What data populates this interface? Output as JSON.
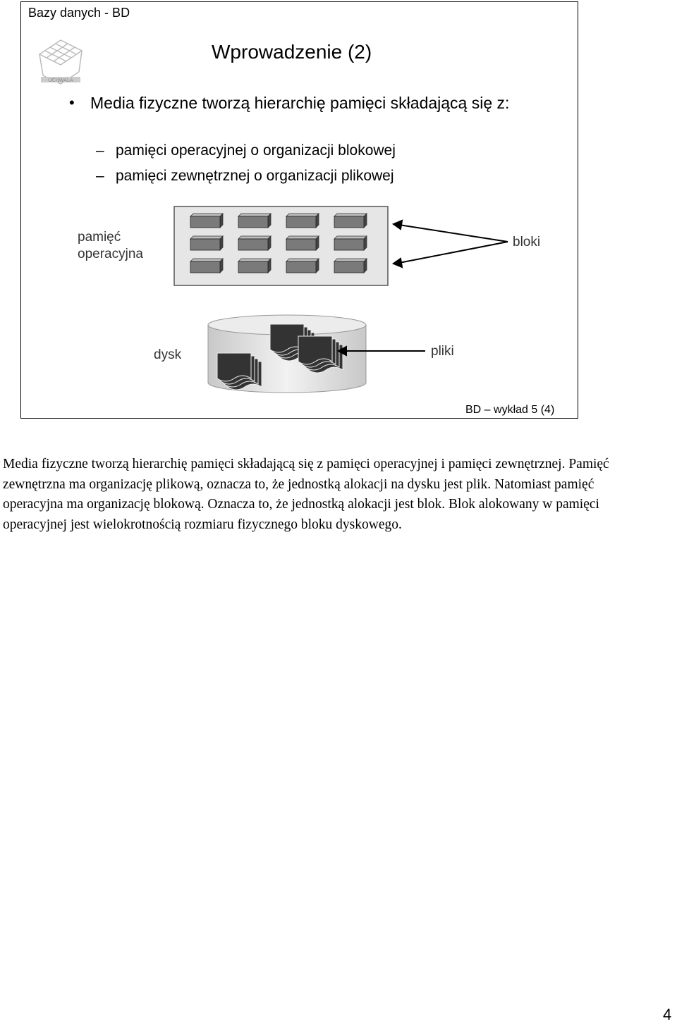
{
  "slide": {
    "header": "Bazy danych - BD",
    "logo_text": "UCHWALA",
    "title": "Wprowadzenie (2)",
    "bullet": "Media fizyczne tworzą hierarchię pamięci składającą się z:",
    "sub_bullets": [
      "pamięci operacyjnej o organizacji blokowej",
      "pamięci zewnętrznej o organizacji plikowej"
    ],
    "diagram": {
      "memory_label_line1": "pamięć",
      "memory_label_line2": "operacyjna",
      "blocks_label": "bloki",
      "disk_label": "dysk",
      "files_label": "pliki"
    },
    "footer": "BD – wykład 5 (4)"
  },
  "caption": "Media fizyczne tworzą hierarchię pamięci składającą się z pamięci operacyjnej i pamięci zewnętrznej. Pamięć zewnętrzna ma organizację plikową, oznacza to, że jednostką alokacji na dysku jest plik. Natomiast pamięć operacyjna ma organizację blokową. Oznacza to, że jednostką alokacji jest blok. Blok alokowany w pamięci operacyjnej jest wielokrotnością rozmiaru fizycznego bloku dyskowego.",
  "page_number": "4"
}
